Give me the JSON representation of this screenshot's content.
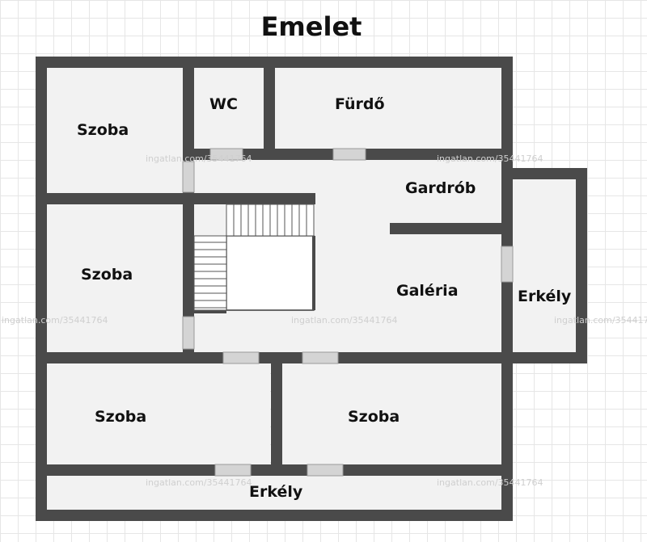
{
  "title": "Emelet",
  "rooms": {
    "szoba_top_left": "Szoba",
    "wc": "WC",
    "furdo": "Fürdő",
    "gardrob": "Gardrób",
    "szoba_mid_left": "Szoba",
    "galeria": "Galéria",
    "erkely_right": "Erkély",
    "szoba_bottom_left": "Szoba",
    "szoba_bottom_right": "Szoba",
    "erkely_bottom": "Erkély"
  },
  "watermark": "ingatlan.com/35441764",
  "colors": {
    "wall": "#4a4a4a",
    "room_fill": "#f2f2f2",
    "door": "#d4d4d4"
  }
}
